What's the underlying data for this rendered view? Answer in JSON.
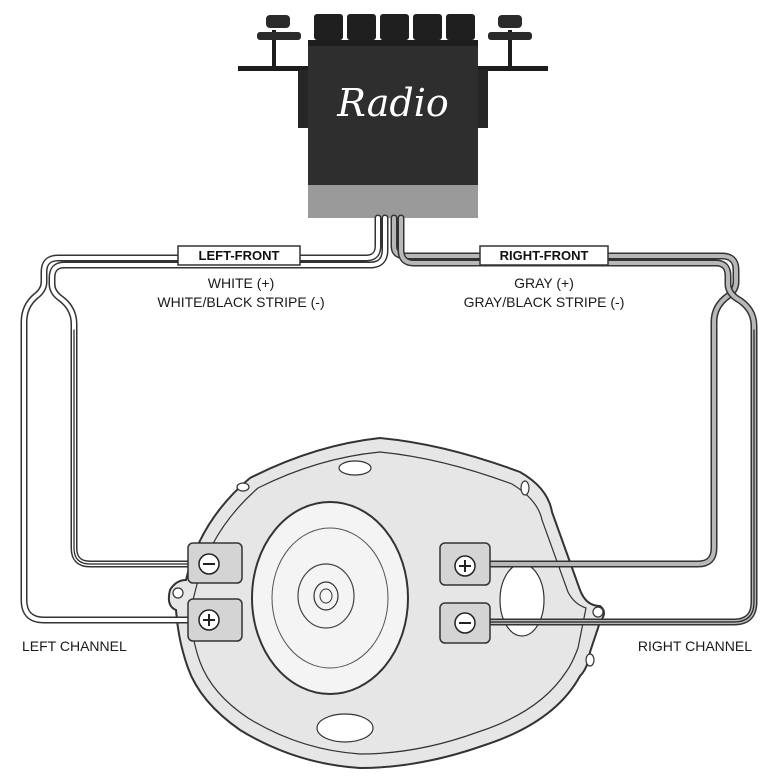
{
  "radio": {
    "logo_text": "Radio"
  },
  "left_front": {
    "tag": "LEFT-FRONT",
    "wire_positive": "WHITE (+)",
    "wire_negative": "WHITE/BLACK STRIPE (-)"
  },
  "right_front": {
    "tag": "RIGHT-FRONT",
    "wire_positive": "GRAY (+)",
    "wire_negative": "GRAY/BLACK STRIPE (-)"
  },
  "speaker": {
    "left_channel_label": "LEFT CHANNEL",
    "right_channel_label": "RIGHT CHANNEL",
    "left_negative_symbol": "⊖",
    "left_positive_symbol": "⊕",
    "right_positive_symbol": "⊕",
    "right_negative_symbol": "⊖"
  },
  "colors": {
    "radio_body": "#2e2e2e",
    "radio_bottom": "#9a9a9a",
    "white_wire": "#ffffff",
    "gray_wire": "#b8b8b8",
    "outline": "#333333",
    "terminal": "#d4d4d4",
    "speaker_fill": "#e6e6e6"
  }
}
